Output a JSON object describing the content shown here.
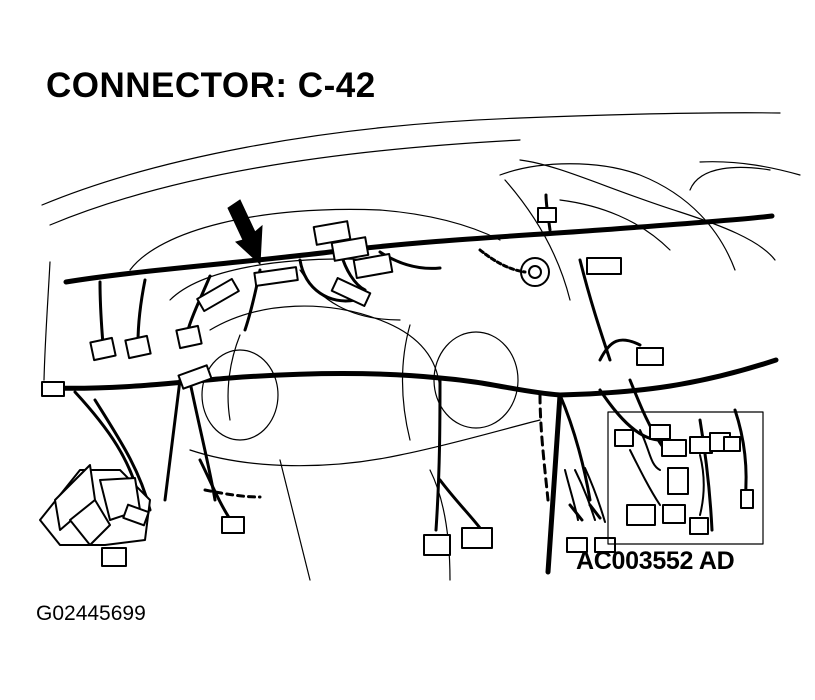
{
  "title": "CONNECTOR: C-42",
  "diagram_code": "AC003552 AD",
  "figure_id": "G02445699",
  "ink_color": "#000000",
  "background_color": "#ffffff",
  "icons": [
    "arrow-pointer-icon"
  ]
}
